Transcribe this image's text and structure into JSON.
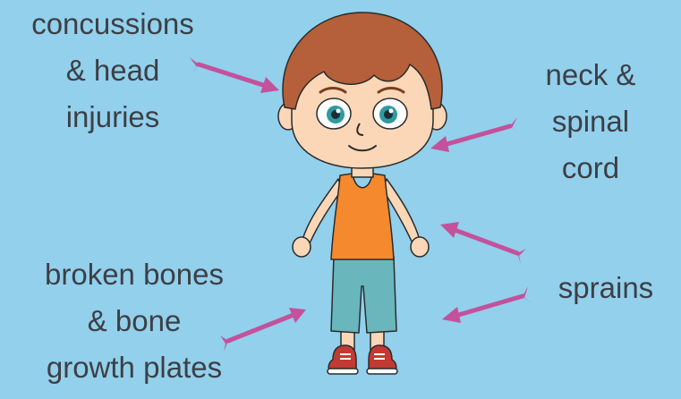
{
  "colors": {
    "background": "#92d0ec",
    "text": "#3d3f45",
    "arrow": "#c4519b",
    "hair": "#b5603a",
    "skin": "#fbd7b7",
    "shirt": "#f4892e",
    "shorts": "#69b7bc",
    "eyes": "#2f9aa0",
    "shoes": "#c23a33"
  },
  "labels": {
    "concussions": [
      "concussions",
      "& head",
      "injuries"
    ],
    "neck": [
      "neck &",
      "spinal",
      "cord"
    ],
    "broken": [
      "broken bones",
      "& bone",
      "growth plates"
    ],
    "sprains": [
      "sprains"
    ]
  }
}
